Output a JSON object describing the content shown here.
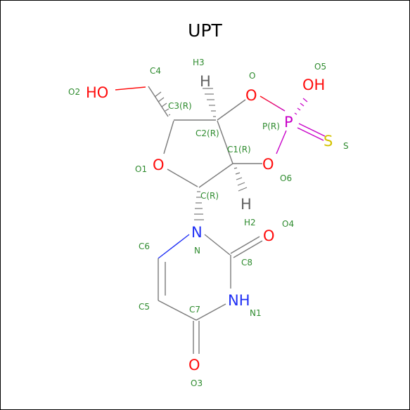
{
  "title": "UPT",
  "colors": {
    "bond": "#7a7a7a",
    "oxygen": "#ff0d0d",
    "nitrogen": "#1f2ff5",
    "phosphorus": "#c800c8",
    "sulfur": "#d4c200",
    "hydrogen": "#606060",
    "annotation": "#2e8b2e"
  },
  "atoms": {
    "ho": "HO",
    "o_ring": "O",
    "o_bridge_top": "O",
    "o_bridge_right": "O",
    "p": "P",
    "oh": "OH",
    "s": "S",
    "h_top": "H",
    "h_bottom": "H",
    "n": "N",
    "nh": "NH",
    "o_carbonyl_right": "O",
    "o_carbonyl_bottom": "O"
  },
  "labels": {
    "c4": "C4",
    "h3": "H3",
    "o": "O",
    "o5": "O5",
    "o2": "O2",
    "c3r": "C3(R)",
    "c2r": "C2(R)",
    "pr": "P(R)",
    "c1r": "C1(R)",
    "s": "S",
    "o1": "O1",
    "o6": "O6",
    "cr": "C(R)",
    "h2": "H2",
    "o4": "O4",
    "c6": "C6",
    "n": "N",
    "c8": "C8",
    "c5": "C5",
    "c7": "C7",
    "n1": "N1",
    "o3": "O3"
  }
}
